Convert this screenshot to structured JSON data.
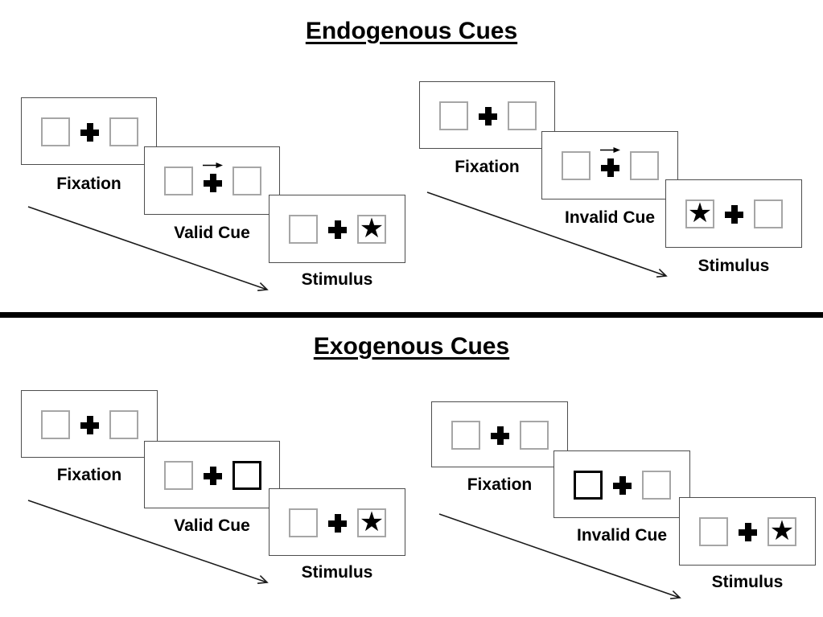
{
  "slide": {
    "background": "#ffffff",
    "divider_color": "#000000"
  },
  "colors": {
    "frame_border": "#4d4d4d",
    "placeholder_box_border": "#a6a6a6",
    "cue_highlight_border": "#000000",
    "ink": "#000000"
  },
  "glyphs": {
    "star": "★"
  },
  "sections": [
    {
      "title": "Endogenous Cues",
      "panels": [
        {
          "name": "endogenous-valid",
          "frames": [
            {
              "label": "Fixation",
              "cue": "none",
              "left_box": "empty",
              "right_box": "empty"
            },
            {
              "label": "Valid Cue",
              "cue": "central-arrow-right",
              "left_box": "empty",
              "right_box": "empty"
            },
            {
              "label": "Stimulus",
              "cue": "none",
              "left_box": "empty",
              "right_box": "star"
            }
          ]
        },
        {
          "name": "endogenous-invalid",
          "frames": [
            {
              "label": "Fixation",
              "cue": "none",
              "left_box": "empty",
              "right_box": "empty"
            },
            {
              "label": "Invalid Cue",
              "cue": "central-arrow-right",
              "left_box": "empty",
              "right_box": "empty"
            },
            {
              "label": "Stimulus",
              "cue": "none",
              "left_box": "star",
              "right_box": "empty"
            }
          ]
        }
      ]
    },
    {
      "title": "Exogenous Cues",
      "panels": [
        {
          "name": "exogenous-valid",
          "frames": [
            {
              "label": "Fixation",
              "cue": "none",
              "left_box": "empty",
              "right_box": "empty"
            },
            {
              "label": "Valid Cue",
              "cue": "peripheral-highlight-right",
              "left_box": "empty",
              "right_box": "highlight"
            },
            {
              "label": "Stimulus",
              "cue": "none",
              "left_box": "empty",
              "right_box": "star"
            }
          ]
        },
        {
          "name": "exogenous-invalid",
          "frames": [
            {
              "label": "Fixation",
              "cue": "none",
              "left_box": "empty",
              "right_box": "empty"
            },
            {
              "label": "Invalid Cue",
              "cue": "peripheral-highlight-left",
              "left_box": "highlight",
              "right_box": "empty"
            },
            {
              "label": "Stimulus",
              "cue": "none",
              "left_box": "empty",
              "right_box": "star"
            }
          ]
        }
      ]
    }
  ]
}
